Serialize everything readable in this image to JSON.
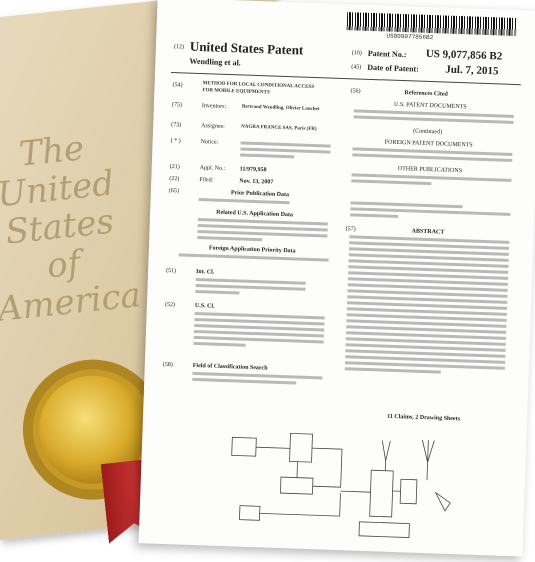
{
  "cover": {
    "title": "The United States of America"
  },
  "patent": {
    "barcode_number": "US009077856B2",
    "office": "United States Patent",
    "inventor_short": "Wendling et al.",
    "no_label": "Patent No.:",
    "no_value": "US 9,077,856 B2",
    "date_label": "Date of Patent:",
    "date_value": "Jul. 7, 2015",
    "code12": "(12)",
    "code10": "(10)",
    "code45": "(45)",
    "code54": "(54)",
    "title": "METHOD FOR LOCAL CONDITIONAL ACCESS FOR MOBILE EQUIPMENTS",
    "code75": "(75)",
    "inventors_label": "Inventors:",
    "inventors": "Bertrand Wendling, Olivier Lanchet",
    "code73": "(73)",
    "assignee_label": "Assignee:",
    "assignee": "NAGRA FRANCE SAS, Paris (FR)",
    "code_star": "( * )",
    "notice_label": "Notice:",
    "code21": "(21)",
    "appl_label": "Appl. No.:",
    "appl_value": "11/979,958",
    "code22": "(22)",
    "filed_label": "Filed:",
    "filed_value": "Nov. 13, 2007",
    "code65": "(65)",
    "prior_heading": "Prior Publication Data",
    "related_heading": "Related U.S. Application Data",
    "foreign_heading": "Foreign Application Priority Data",
    "code51": "(51)",
    "intcl_label": "Int. Cl.",
    "code52": "(52)",
    "uscl_label": "U.S. Cl.",
    "code58": "(58)",
    "field_label": "Field of Classification Search",
    "code56": "(56)",
    "refs_heading": "References Cited",
    "us_docs": "U.S. PATENT DOCUMENTS",
    "foreign_docs": "FOREIGN PATENT DOCUMENTS",
    "other_pubs": "OTHER PUBLICATIONS",
    "continued": "(Continued)",
    "code57": "(57)",
    "abstract_heading": "ABSTRACT",
    "claims": "11 Claims, 2 Drawing Sheets"
  }
}
